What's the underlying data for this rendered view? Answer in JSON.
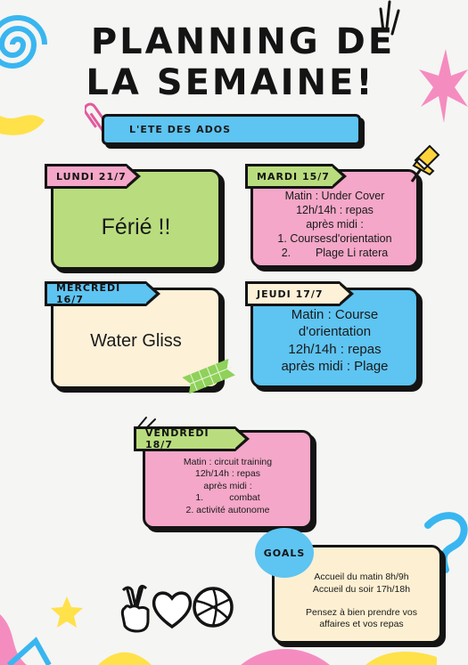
{
  "title": {
    "line1": "PLANNING DE",
    "line2": "LA SEMAINE!"
  },
  "subtitle": "L'ETE DES ADOS",
  "days": {
    "lundi": {
      "label": "LUNDI 21/7",
      "lines": [
        "Férié !!"
      ]
    },
    "mardi": {
      "label": "MARDI 15/7",
      "lines": [
        "Matin : Under Cover",
        "12h/14h : repas",
        "après midi :",
        "1.  Coursesd'orientation",
        "2.        Plage Li ratera"
      ]
    },
    "mercredi": {
      "label": "MERCREDI 16/7",
      "lines": [
        "Water Gliss"
      ]
    },
    "jeudi": {
      "label": "JEUDI 17/7",
      "lines": [
        "Matin : Course",
        "d'orientation",
        "12h/14h : repas",
        "après midi : Plage"
      ]
    },
    "vendredi": {
      "label": "VENDREDI 18/7",
      "lines": [
        "Matin : circuit training",
        "12h/14h : repas",
        "après midi :",
        "1.          combat",
        "2. activité autonome"
      ]
    }
  },
  "goals": {
    "label": "GOALS",
    "lines": [
      "Accueil du matin 8h/9h",
      "Accueil du soir 17h/18h",
      "",
      "Pensez à bien prendre vos",
      "affaires et vos repas"
    ]
  },
  "colors": {
    "pink": "#f4a7c8",
    "green": "#b9dd7e",
    "blue": "#5ec4f2",
    "cream": "#fdf1d8",
    "ink": "#141414",
    "peach": "#fdf0d2"
  },
  "icons": [
    "peace-hand-icon",
    "heart-icon",
    "volleyball-icon",
    "push-pin-icon",
    "paper-clip-icon",
    "spiral-icon",
    "starburst-icon",
    "star-icon"
  ]
}
